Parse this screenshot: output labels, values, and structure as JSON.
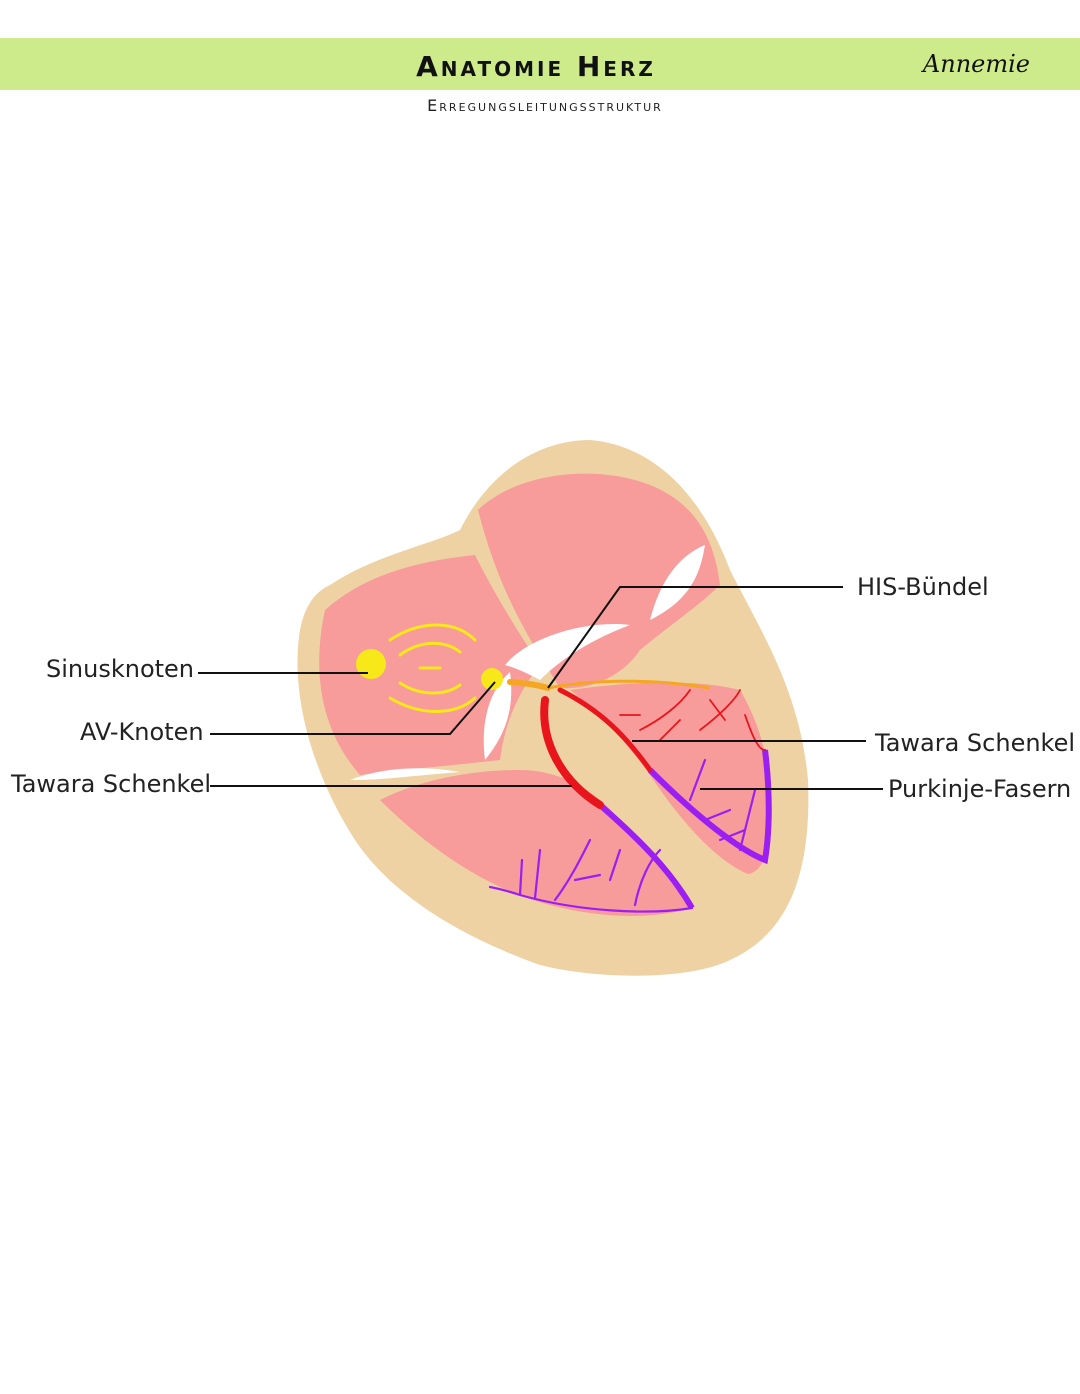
{
  "header": {
    "title": "Anatomie Herz",
    "subtitle": "Erregungsleitungsstruktur",
    "author": "Annemie"
  },
  "labels": {
    "sinusknoten": "Sinusknoten",
    "av_knoten": "AV-Knoten",
    "tawara_left": "Tawara Schenkel",
    "his_buendel": "HIS-Bündel",
    "tawara_right": "Tawara Schenkel",
    "purkinje": "Purkinje-Fasern"
  },
  "colors": {
    "banner": "#cdeb8b",
    "heart_wall": "#efd2a3",
    "chamber": "#f79b9b",
    "node": "#f7e81a",
    "his": "#f5a623",
    "tawara": "#e8161c",
    "purkinje": "#9b1ff2"
  }
}
